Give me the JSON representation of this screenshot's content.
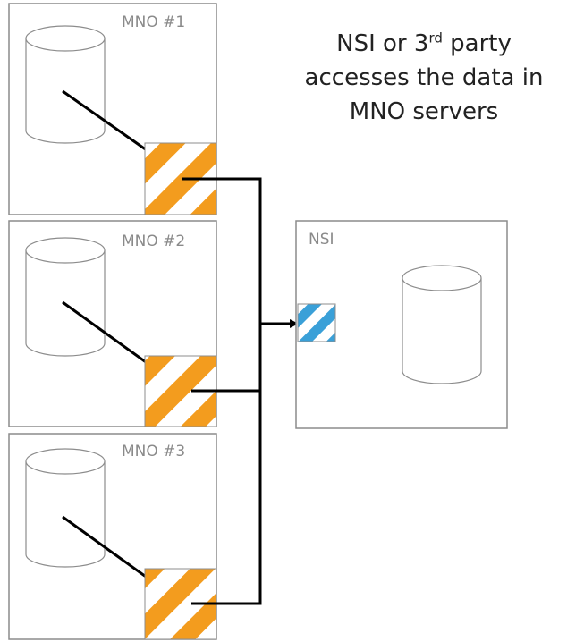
{
  "caption": {
    "line1_prefix": "NSI or 3",
    "line1_sup": "rd",
    "line1_suffix": " party",
    "line2": "accesses the data in",
    "line3": "MNO servers"
  },
  "mno_boxes": [
    {
      "label": "MNO #1"
    },
    {
      "label": "MNO #2"
    },
    {
      "label": "MNO #3"
    }
  ],
  "nsi_box": {
    "label": "NSI"
  },
  "colors": {
    "border": "#8c8c8c",
    "orange_stripe": "#f39c1e",
    "blue_stripe": "#3aa0d8",
    "connector": "#000000"
  },
  "icons": {
    "database": "cylinder",
    "export_gate": "diagonal-striped-square",
    "import_gate": "diagonal-striped-square"
  }
}
